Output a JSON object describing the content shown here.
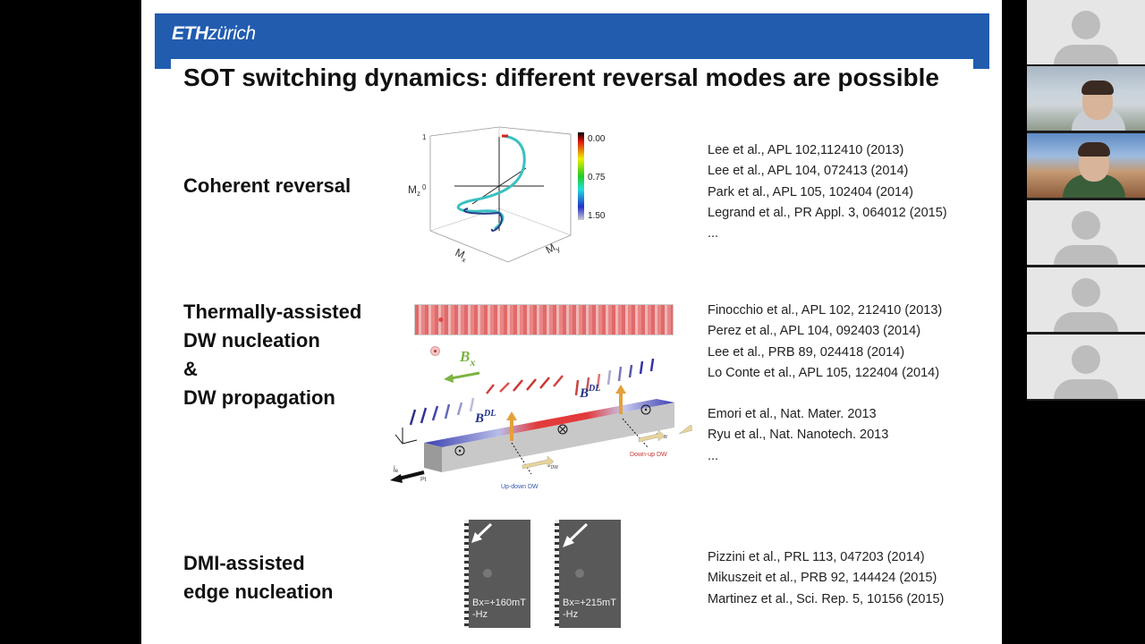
{
  "slide": {
    "logo_bold": "ETH",
    "logo_rest": "zürich",
    "title": "SOT switching dynamics: different reversal modes are possible",
    "sections": [
      {
        "heading_lines": [
          "Coherent reversal"
        ],
        "refs": [
          "Lee et al., APL 102,112410 (2013)",
          "Lee et al., APL 104, 072413 (2014)",
          "Park et al., APL 105, 102404 (2014)",
          "Legrand et al., PR Appl. 3, 064012 (2015)",
          "..."
        ]
      },
      {
        "heading_lines": [
          "Thermally-assisted",
          "DW nucleation",
          "&",
          "DW propagation"
        ],
        "refs": [
          "Finocchio et al., APL 102, 212410 (2013)",
          "Perez et al., APL 104, 092403 (2014)",
          "Lee et al., PRB 89, 024418 (2014)",
          "Lo Conte et al., APL 105, 122404 (2014)",
          "",
          "Emori et al., Nat. Mater. 2013",
          "Ryu et al., Nat. Nanotech. 2013",
          "..."
        ]
      },
      {
        "heading_lines": [
          "DMI-assisted",
          "edge nucleation"
        ],
        "refs": [
          "Pizzini et al., PRL 113, 047203 (2014)",
          "Mikuszeit et al., PRB 92, 144424 (2015)",
          "Martinez et al.,  Sci. Rep. 5, 10156 (2015)"
        ]
      }
    ]
  },
  "figure_coherent": {
    "colorbar_ticks": [
      "0.00",
      "0.75",
      "1.50"
    ],
    "z_label": "M",
    "z_sub": "z",
    "x_label": "M",
    "x_sub": "x",
    "y_label": "M",
    "y_sub": "y",
    "z_tick_top": "1",
    "z_tick_mid": "0"
  },
  "figure_dw": {
    "bx_label": "B",
    "bx_sub": "x",
    "bdl_label": "B",
    "bdl_sup": "DL",
    "updown_label": "Up-down DW",
    "downup_label": "Down-up DW",
    "vdw_label": "v",
    "vdw_sub": "DW",
    "pt_label": "Pt",
    "je_label": "j",
    "je_sub": "e"
  },
  "figure_dmi": {
    "panel1_field": "Bx=+160mT",
    "panel1_hz": "-Hz",
    "panel2_field": "Bx=+215mT",
    "panel2_hz": "-Hz"
  },
  "participants": [
    {
      "type": "avatar"
    },
    {
      "type": "video"
    },
    {
      "type": "video"
    },
    {
      "type": "avatar"
    },
    {
      "type": "avatar"
    },
    {
      "type": "avatar"
    }
  ],
  "colors": {
    "eth_blue": "#215CAF"
  }
}
